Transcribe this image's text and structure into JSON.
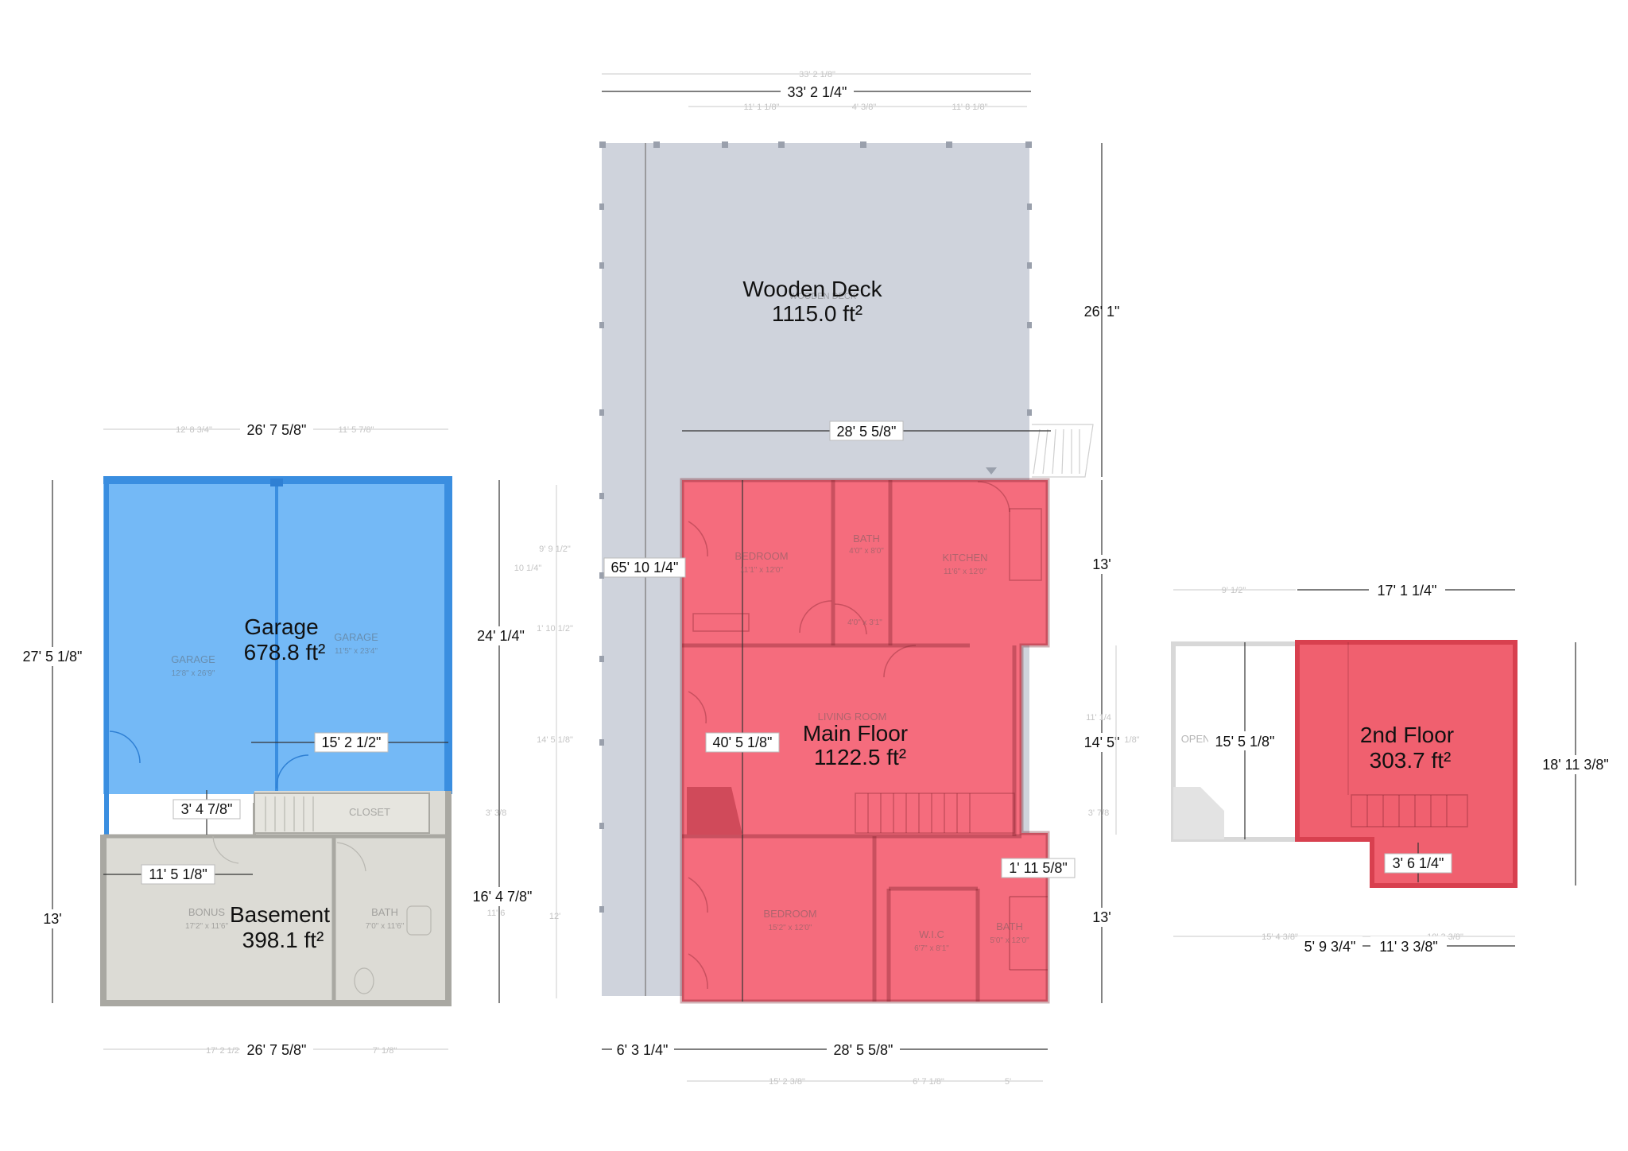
{
  "colors": {
    "garage": "#74b9f6",
    "basement": "#dcdbd5",
    "deck": "#cfd3dc",
    "main_floor": "#f56c7d",
    "second_floor": "#f0606f"
  },
  "areas": {
    "wooden_deck": {
      "name": "Wooden Deck",
      "area": "1115.0 ft²"
    },
    "garage": {
      "name": "Garage",
      "area": "678.8 ft²"
    },
    "basement": {
      "name": "Basement",
      "area": "398.1 ft²"
    },
    "main_floor": {
      "name": "Main Floor",
      "area": "1122.5 ft²"
    },
    "second_floor": {
      "name": "2nd Floor",
      "area": "303.7 ft²"
    }
  },
  "rooms": {
    "garage_left": {
      "name": "GARAGE",
      "size": "12'8\" x 26'9\""
    },
    "garage_right": {
      "name": "GARAGE",
      "size": "11'5\" x 23'4\""
    },
    "closet": {
      "name": "CLOSET"
    },
    "bonus": {
      "name": "BONUS",
      "size": "17'2\" x 11'6\""
    },
    "basement_bath": {
      "name": "BATH",
      "size": "7'0\" x 11'6\""
    },
    "deck": {
      "name": "WOODEN DECK"
    },
    "bedroom_top": {
      "name": "BEDROOM",
      "size": "11'1\" x 12'0\""
    },
    "bath_top": {
      "name": "BATH",
      "size": "4'0\" x 8'0\""
    },
    "bath_top_sub": {
      "size": "4'0\" x 3'1\""
    },
    "kitchen": {
      "name": "KITCHEN",
      "size": "11'6\" x 12'0\""
    },
    "living_room": {
      "name": "LIVING ROOM"
    },
    "bedroom_bottom": {
      "name": "BEDROOM",
      "size": "15'2\" x 12'0\""
    },
    "wic": {
      "name": "W.I.C",
      "size": "6'7\" x 8'1\""
    },
    "bath_bottom": {
      "name": "BATH",
      "size": "5'0\" x 12'0\""
    },
    "open_to_below": {
      "name": "OPEN TO BELOW"
    }
  },
  "dimensions": {
    "deck_top_total": "33' 2 1/4\"",
    "deck_top_faint": "33' 2 1/8\"",
    "deck_top_seg1": "11' 1 1/8\"",
    "deck_top_seg2": "4' 3/8\"",
    "deck_top_seg3": "11' 8 1/8\"",
    "deck_right_height": "26' 1\"",
    "deck_width": "28' 5 5/8\"",
    "main_height": "65' 10 1/4\"",
    "main_inner_height": "40' 5 1/8\"",
    "main_right_top": "13'",
    "main_right_mid": "14' 5\"",
    "main_right_bottom": "13'",
    "main_bump": "1' 11 5/8\"",
    "main_bottom_left": "6' 3 1/4\"",
    "main_bottom_width": "28' 5 5/8\"",
    "main_bottom_faint1": "15' 2 3/8\"",
    "main_bottom_faint2": "6' 7 1/8\"",
    "main_bottom_faint3": "5'",
    "garage_top": "26' 7 5/8\"",
    "garage_top_faint1": "12' 8 3/4\"",
    "garage_top_faint2": "11' 5 7/8\"",
    "garage_left_height": "27' 5 1/8\"",
    "garage_right_height": "24' 1/4\"",
    "garage_inner_width": "15' 2 1/2\"",
    "garage_step": "3' 4 7/8\"",
    "basement_width": "11' 5 1/8\"",
    "basement_left_height": "13'",
    "basement_right_height": "16' 4 7/8\"",
    "basement_bottom": "26' 7 5/8\"",
    "basement_bottom_faint1": "17' 2 1/2",
    "basement_bottom_faint2": "7' 1/8\"",
    "faint_v1": "9' 9 1/2\"",
    "faint_v2": "10 1/4\"",
    "faint_v3": "1' 10 1/2\"",
    "faint_v4": "14' 5 1/8\"",
    "faint_v5": "3' 3/8",
    "faint_v6": "11' 6",
    "faint_v7": "12'",
    "second_top": "17' 1 1/4\"",
    "second_top_faint": "9' 1/2\"",
    "second_right": "18' 11 3/8\"",
    "second_open_width": "15' 5 1/8\"",
    "second_bump": "3' 6 1/4\"",
    "second_bottom1": "5' 9 3/4\"",
    "second_bottom2": "11' 3 3/8\"",
    "second_bottom_faint1": "15' 4 3/8\"",
    "second_bottom_faint2": "10' 3 3/8\"",
    "second_left_faint1": "11' 1/4",
    "second_left_faint2": "1/8\"",
    "second_left_faint3": "3' 7/8"
  }
}
